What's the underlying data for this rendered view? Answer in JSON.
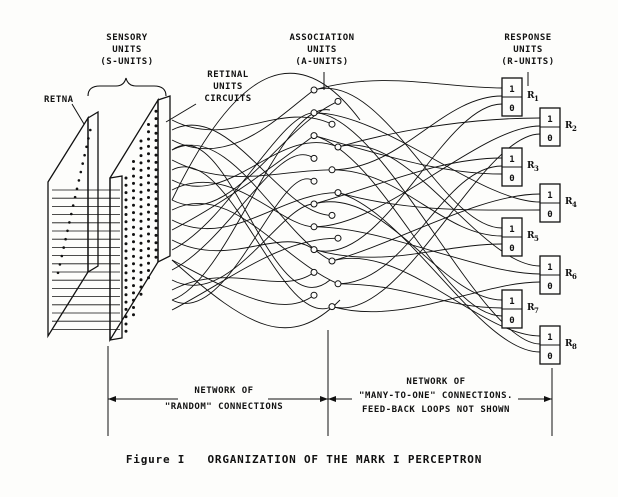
{
  "labels": {
    "sensory": [
      "SENSORY",
      "UNITS",
      "(S-UNITS)"
    ],
    "retinal": [
      "RETINAL",
      "UNITS",
      "CIRCUITS"
    ],
    "retina": "RETNA",
    "association": [
      "ASSOCIATION",
      "UNITS",
      "(A-UNITS)"
    ],
    "response": [
      "RESPONSE",
      "UNITS",
      "(R-UNITS)"
    ],
    "network_random": [
      "NETWORK OF",
      "\"RANDOM\" CONNECTIONS"
    ],
    "network_many": [
      "NETWORK OF",
      "\"MANY-TO-ONE\" CONNECTIONS.",
      "FEED-BACK LOOPS NOT SHOWN"
    ]
  },
  "response_units": [
    {
      "label": "R",
      "sub": "1",
      "top": "1",
      "bottom": "0"
    },
    {
      "label": "R",
      "sub": "2",
      "top": "1",
      "bottom": "0"
    },
    {
      "label": "R",
      "sub": "3",
      "top": "1",
      "bottom": "0"
    },
    {
      "label": "R",
      "sub": "4",
      "top": "1",
      "bottom": "0"
    },
    {
      "label": "R",
      "sub": "5",
      "top": "1",
      "bottom": "0"
    },
    {
      "label": "R",
      "sub": "6",
      "top": "1",
      "bottom": "0"
    },
    {
      "label": "R",
      "sub": "7",
      "top": "1",
      "bottom": "0"
    },
    {
      "label": "R",
      "sub": "8",
      "top": "1",
      "bottom": "0"
    }
  ],
  "caption": "Figure I   ORGANIZATION OF THE MARK I PERCEPTRON"
}
